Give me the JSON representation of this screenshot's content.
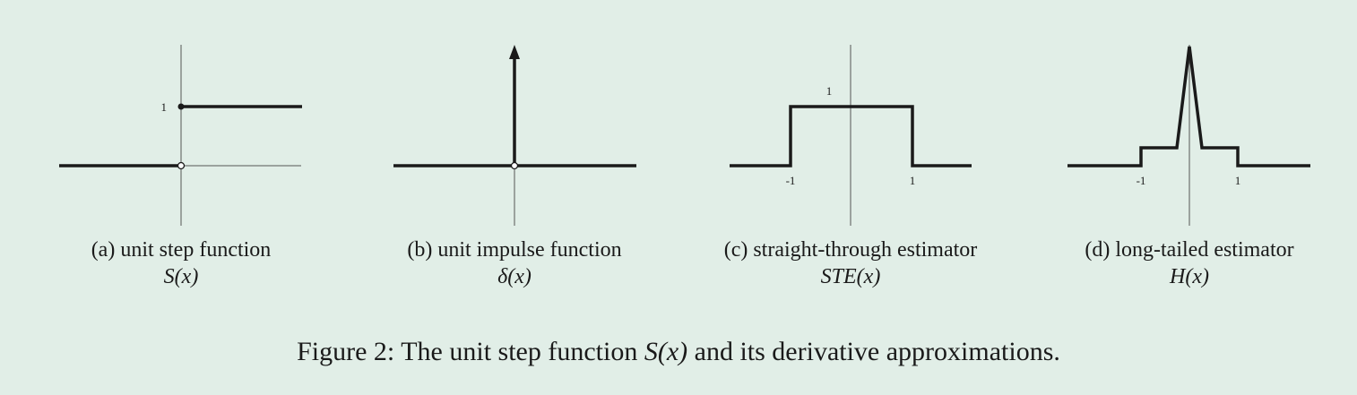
{
  "panels": [
    {
      "caption_label": "(a) unit step function",
      "fn_pre": "S(",
      "fn_var": "x",
      "fn_post": ")",
      "tick_labels": [
        "1"
      ]
    },
    {
      "caption_label": "(b) unit impulse function",
      "fn_pre": "δ(",
      "fn_var": "x",
      "fn_post": ")",
      "tick_labels": []
    },
    {
      "caption_label": "(c) straight-through estimator",
      "fn_pre": "STE(",
      "fn_var": "x",
      "fn_post": ")",
      "tick_labels": [
        "1",
        "-1",
        "1"
      ]
    },
    {
      "caption_label": "(d) long-tailed estimator",
      "fn_pre": "H(x)",
      "fn_var": "",
      "fn_post": "",
      "tick_labels": [
        "-1",
        "1"
      ]
    }
  ],
  "figure_caption": {
    "prefix": "Figure 2: The unit step function ",
    "math": "S(x)",
    "suffix": " and its derivative approximations."
  }
}
